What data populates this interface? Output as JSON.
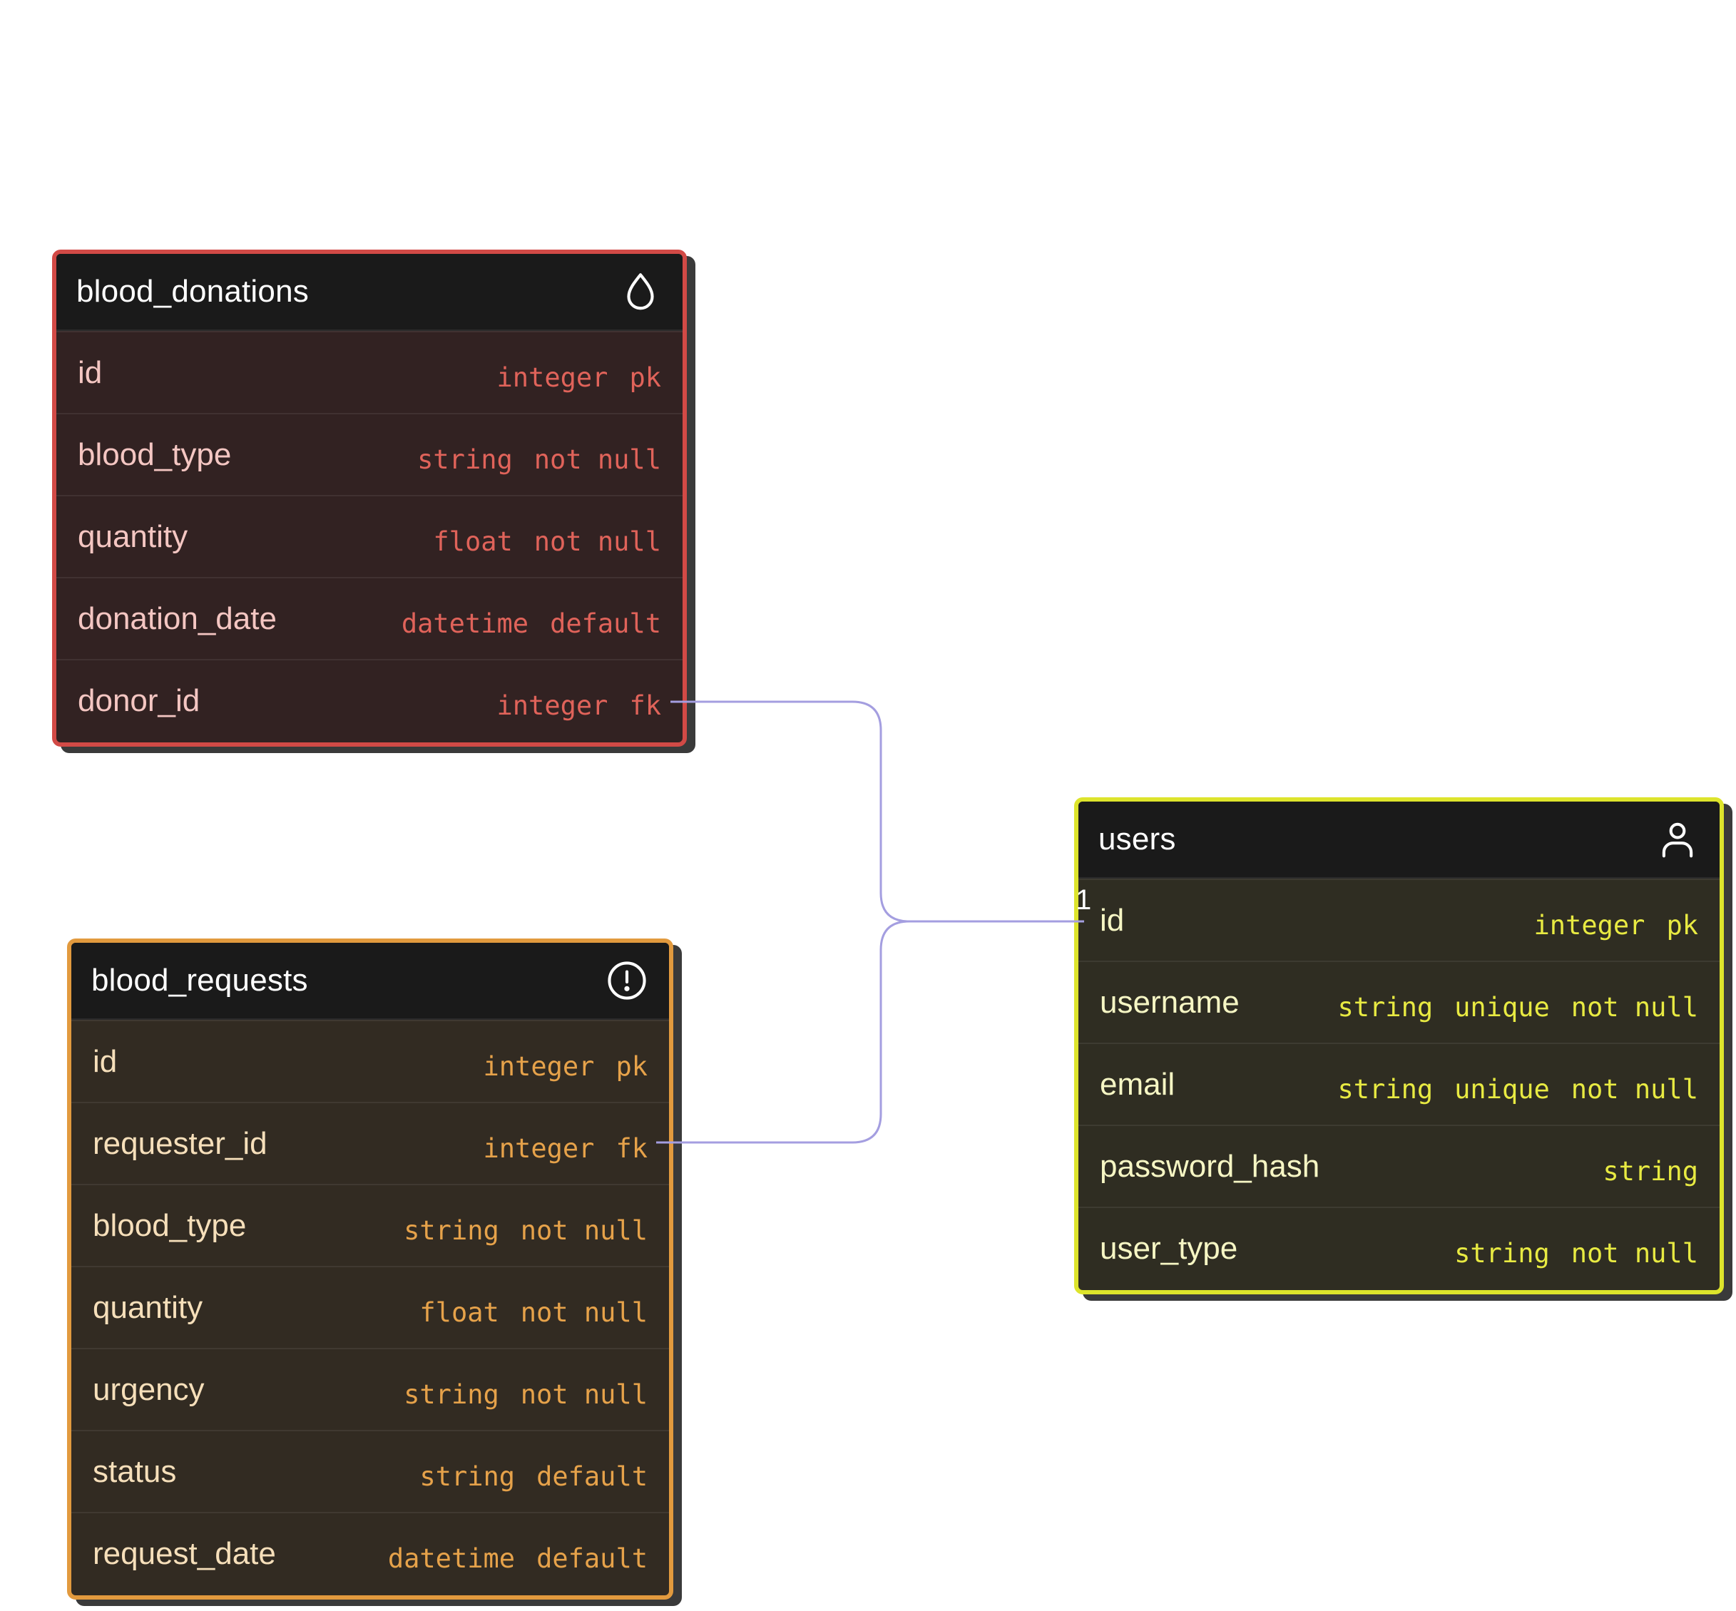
{
  "diagram": {
    "tables": {
      "blood_donations": {
        "name": "blood_donations",
        "icon": "droplet-icon",
        "accent": "#d24a46",
        "fields": [
          {
            "name": "id",
            "type": [
              "integer",
              "pk"
            ]
          },
          {
            "name": "blood_type",
            "type": [
              "string",
              "not null"
            ]
          },
          {
            "name": "quantity",
            "type": [
              "float",
              "not null"
            ]
          },
          {
            "name": "donation_date",
            "type": [
              "datetime",
              "default"
            ]
          },
          {
            "name": "donor_id",
            "type": [
              "integer",
              "fk"
            ]
          }
        ]
      },
      "blood_requests": {
        "name": "blood_requests",
        "icon": "alert-circle-icon",
        "accent": "#e29a3e",
        "fields": [
          {
            "name": "id",
            "type": [
              "integer",
              "pk"
            ]
          },
          {
            "name": "requester_id",
            "type": [
              "integer",
              "fk"
            ]
          },
          {
            "name": "blood_type",
            "type": [
              "string",
              "not null"
            ]
          },
          {
            "name": "quantity",
            "type": [
              "float",
              "not null"
            ]
          },
          {
            "name": "urgency",
            "type": [
              "string",
              "not null"
            ]
          },
          {
            "name": "status",
            "type": [
              "string",
              "default"
            ]
          },
          {
            "name": "request_date",
            "type": [
              "datetime",
              "default"
            ]
          }
        ]
      },
      "users": {
        "name": "users",
        "icon": "user-icon",
        "accent": "#dde42c",
        "fields": [
          {
            "name": "id",
            "type": [
              "integer",
              "pk"
            ]
          },
          {
            "name": "username",
            "type": [
              "string",
              "unique",
              "not null"
            ]
          },
          {
            "name": "email",
            "type": [
              "string",
              "unique",
              "not null"
            ]
          },
          {
            "name": "password_hash",
            "type": [
              "string"
            ]
          },
          {
            "name": "user_type",
            "type": [
              "string",
              "not null"
            ]
          }
        ]
      }
    },
    "relations": [
      {
        "from": "blood_donations.donor_id",
        "to": "users.id",
        "cardinality_to": "1"
      },
      {
        "from": "blood_requests.requester_id",
        "to": "users.id",
        "cardinality_to": "1"
      }
    ],
    "connector_color": "#a49ee0"
  }
}
